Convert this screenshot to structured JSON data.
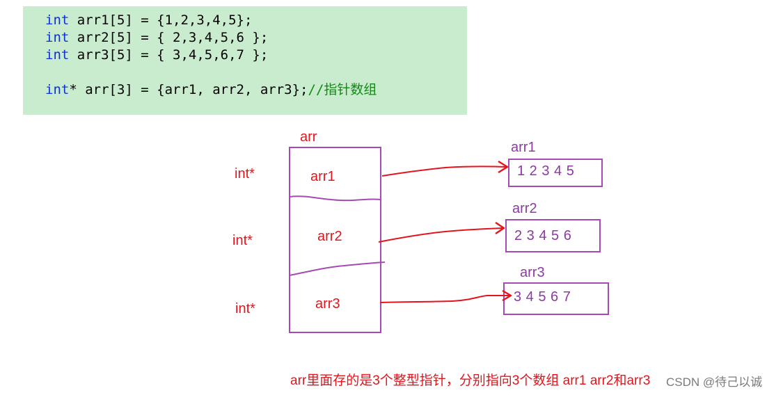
{
  "code": {
    "lines": [
      {
        "kw": "int",
        "rest": " arr1[5] = {1,2,3,4,5};",
        "comment": ""
      },
      {
        "kw": "int",
        "rest": " arr2[5] = { 2,3,4,5,6 };",
        "comment": ""
      },
      {
        "kw": "int",
        "rest": " arr3[5] = { 3,4,5,6,7 };",
        "comment": ""
      },
      {
        "kw": "int",
        "rest": "* arr[3] = {arr1, arr2, arr3};",
        "comment": "//指针数组"
      }
    ]
  },
  "diagram": {
    "pointer_array_label": "arr",
    "element_types": [
      "int*",
      "int*",
      "int*"
    ],
    "cells": [
      "arr1",
      "arr2",
      "arr3"
    ],
    "targets": [
      {
        "name": "arr1",
        "values": "1 2 3 4 5"
      },
      {
        "name": "arr2",
        "values": "2 3 4 5 6"
      },
      {
        "name": "arr3",
        "values": "3 4 5 6 7"
      }
    ],
    "colors": {
      "red": "#e3141c",
      "purple": "#a54ab3",
      "keyword_blue": "#0b2fe0",
      "comment_green": "#118a11",
      "code_bg": "#c9eccf"
    }
  },
  "caption": "arr里面存的是3个整型指针，分别指向3个数组  arr1 arr2和arr3",
  "watermark": "CSDN @待己以诚"
}
